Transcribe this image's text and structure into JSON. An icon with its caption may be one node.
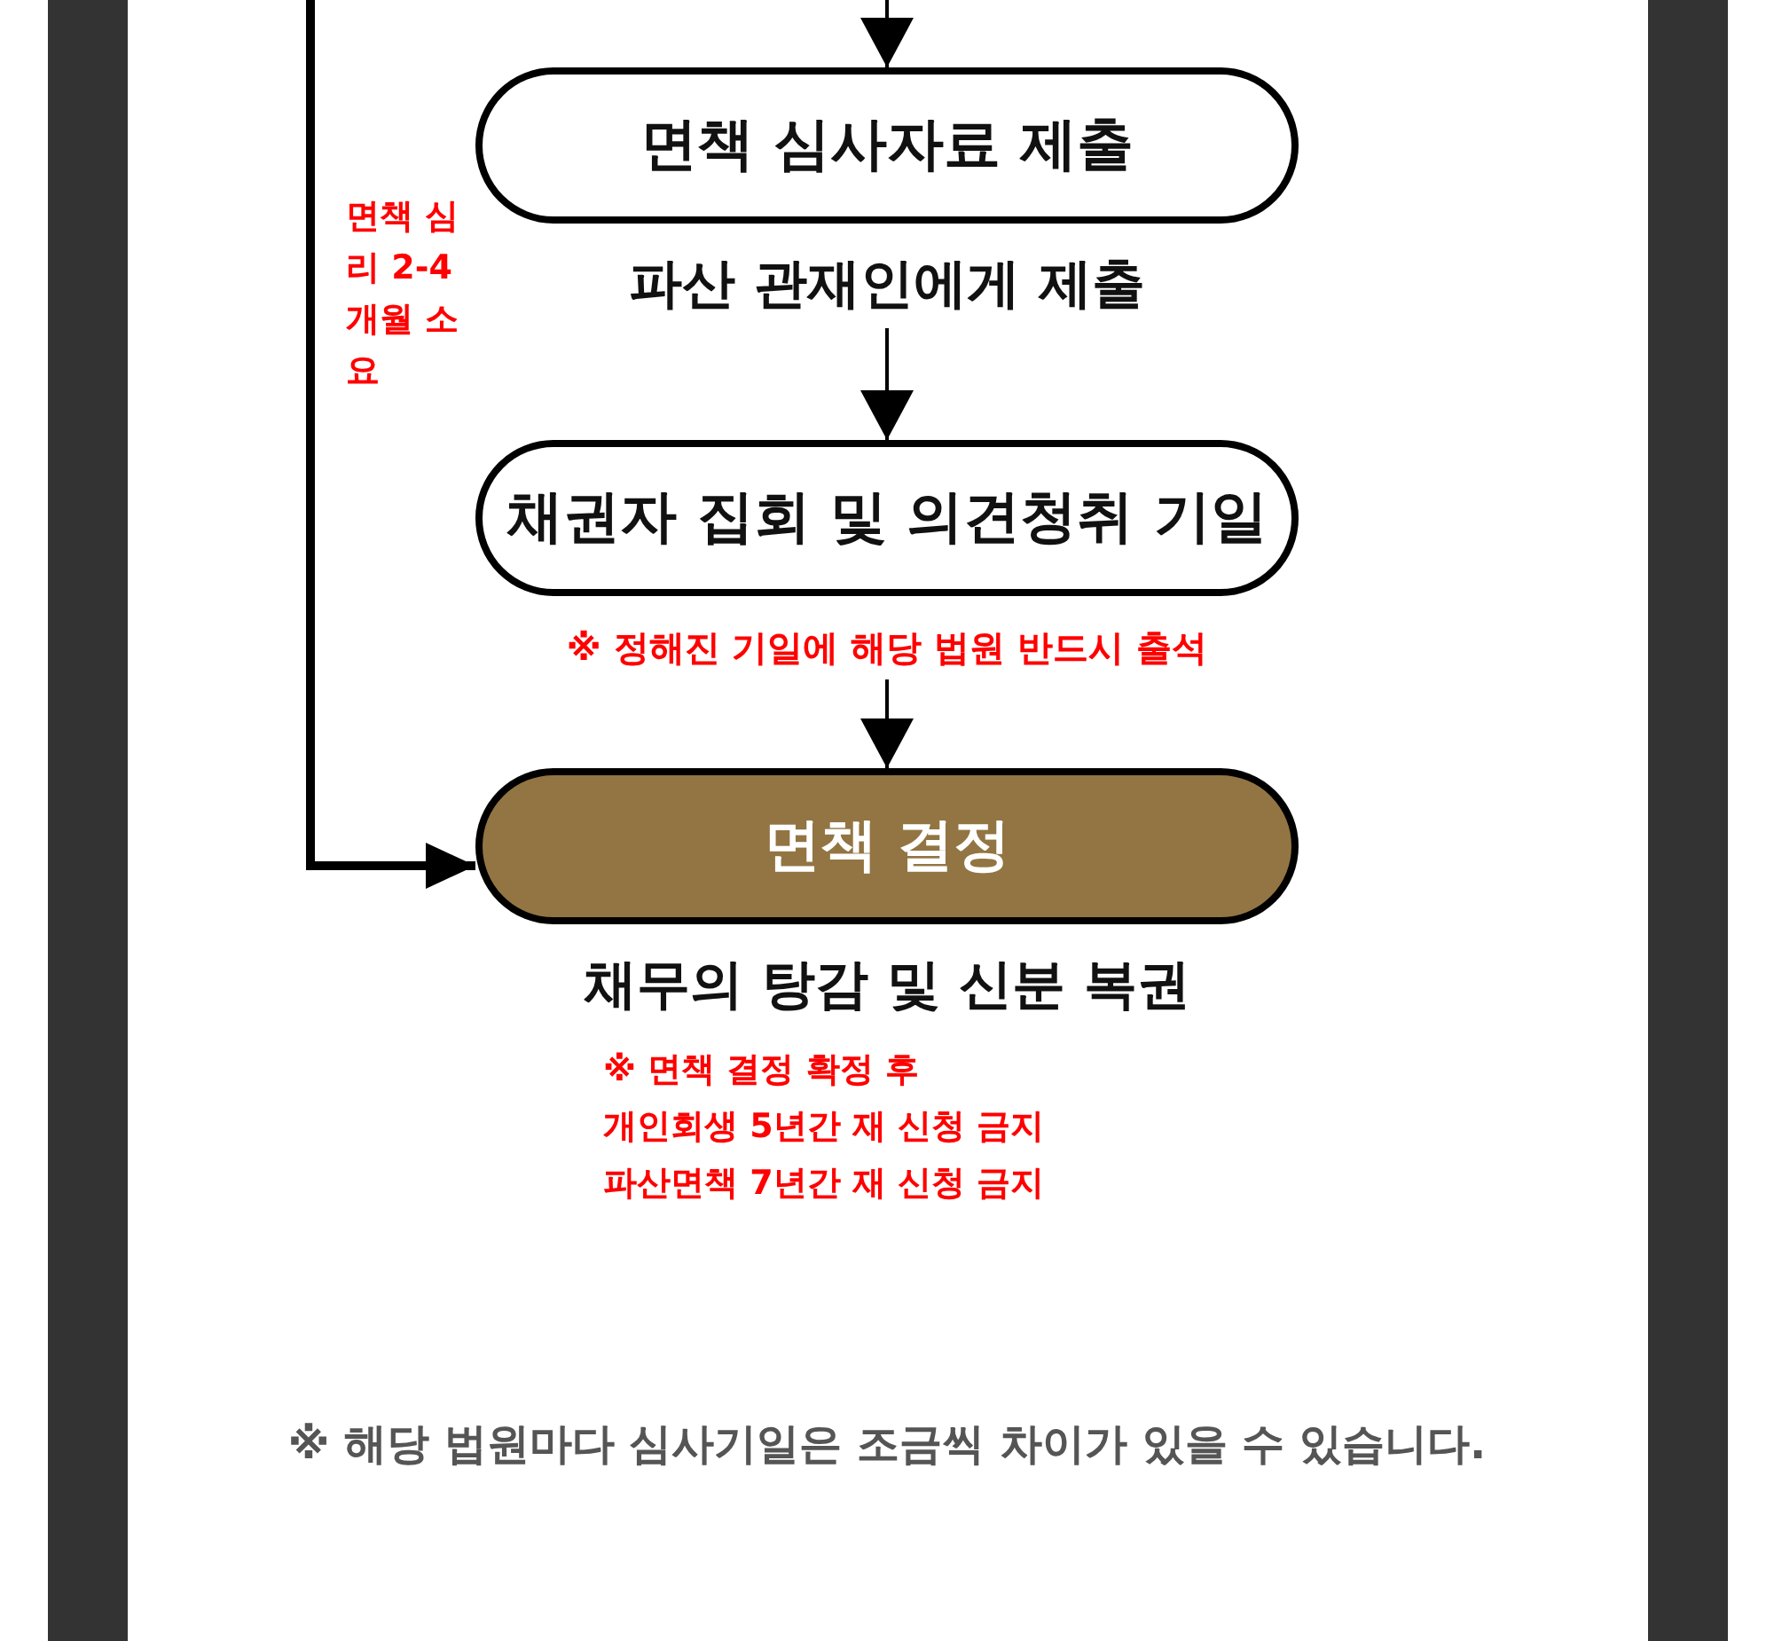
{
  "diagram": {
    "nodes": [
      {
        "text": [
          "면책 심사자료 제출"
        ],
        "beside": [
          "파산 관재인에게 제출"
        ]
      },
      {
        "text": [
          "채권자 집회 및 의견청취 기일"
        ],
        "beside": [
          "※ 정해진 기일에 해당 법원 반드시 출석"
        ]
      },
      {
        "text": [
          "면책 결정"
        ],
        "beside": [
          "채무의 탕감 및 신분 복권",
          "※ 면책 결정 확정 후",
          "개인회생 5년간 재 신청 금지",
          "파산면책 7년간 재 신청 금지"
        ]
      }
    ],
    "edges": [
      {
        "from": null,
        "to": 0,
        "arrow": "to"
      },
      {
        "from": 0,
        "to": 1,
        "arrow": "to"
      },
      {
        "from": 1,
        "to": 2,
        "arrow": "to"
      },
      {
        "from": null,
        "to": 2,
        "arrow": "to",
        "label": "면책 심리 2-4개월 소요",
        "style": "thick"
      }
    ],
    "labels": [
      "※ 해당 법원마다 심사기일은 조금씩 차이가 있을 수 있습니다."
    ]
  }
}
